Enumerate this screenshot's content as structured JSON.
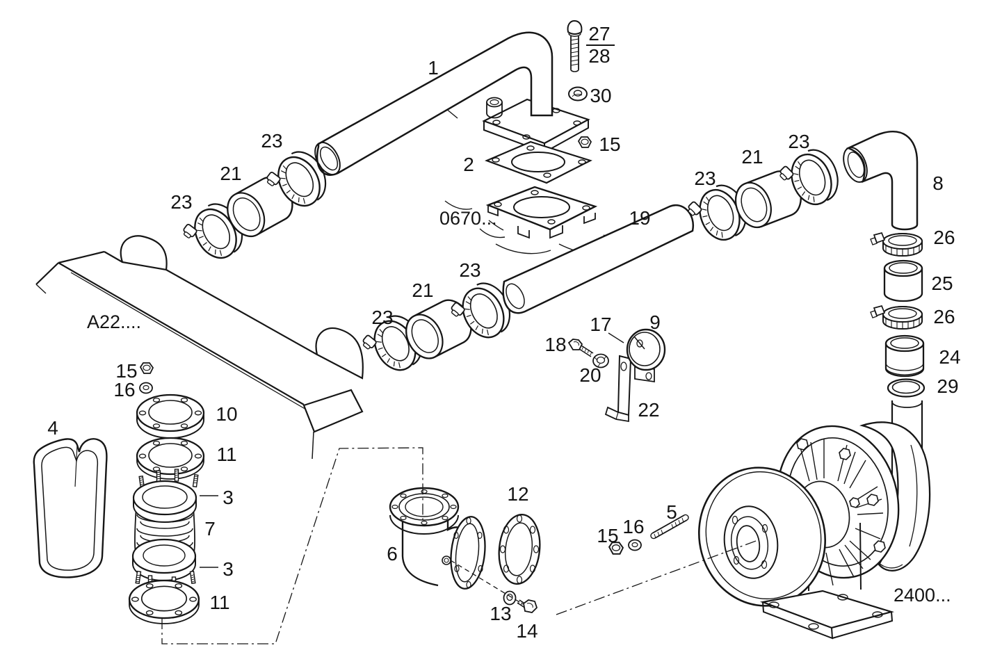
{
  "diagram": {
    "kind": "exploded-parts-drawing",
    "subject": "engine charge-air piping and turbocharger",
    "background_color": "#ffffff",
    "line_color": "#161616",
    "callouts": [
      {
        "text": "1"
      },
      {
        "text": "27"
      },
      {
        "text": "28"
      },
      {
        "text": "30"
      },
      {
        "text": "15"
      },
      {
        "text": "2"
      },
      {
        "text": "0670..."
      },
      {
        "text": "23"
      },
      {
        "text": "21"
      },
      {
        "text": "23"
      },
      {
        "text": "23"
      },
      {
        "text": "21"
      },
      {
        "text": "23"
      },
      {
        "text": "19"
      },
      {
        "text": "23"
      },
      {
        "text": "21"
      },
      {
        "text": "23"
      },
      {
        "text": "8"
      },
      {
        "text": "26"
      },
      {
        "text": "25"
      },
      {
        "text": "26"
      },
      {
        "text": "24"
      },
      {
        "text": "29"
      },
      {
        "text": "A22...."
      },
      {
        "text": "17"
      },
      {
        "text": "9"
      },
      {
        "text": "18"
      },
      {
        "text": "20"
      },
      {
        "text": "22"
      },
      {
        "text": "15"
      },
      {
        "text": "16"
      },
      {
        "text": "10"
      },
      {
        "text": "11"
      },
      {
        "text": "4"
      },
      {
        "text": "3"
      },
      {
        "text": "7"
      },
      {
        "text": "3"
      },
      {
        "text": "11"
      },
      {
        "text": "12"
      },
      {
        "text": "6"
      },
      {
        "text": "13"
      },
      {
        "text": "14"
      },
      {
        "text": "15"
      },
      {
        "text": "16"
      },
      {
        "text": "5"
      },
      {
        "text": "2400..."
      }
    ]
  }
}
